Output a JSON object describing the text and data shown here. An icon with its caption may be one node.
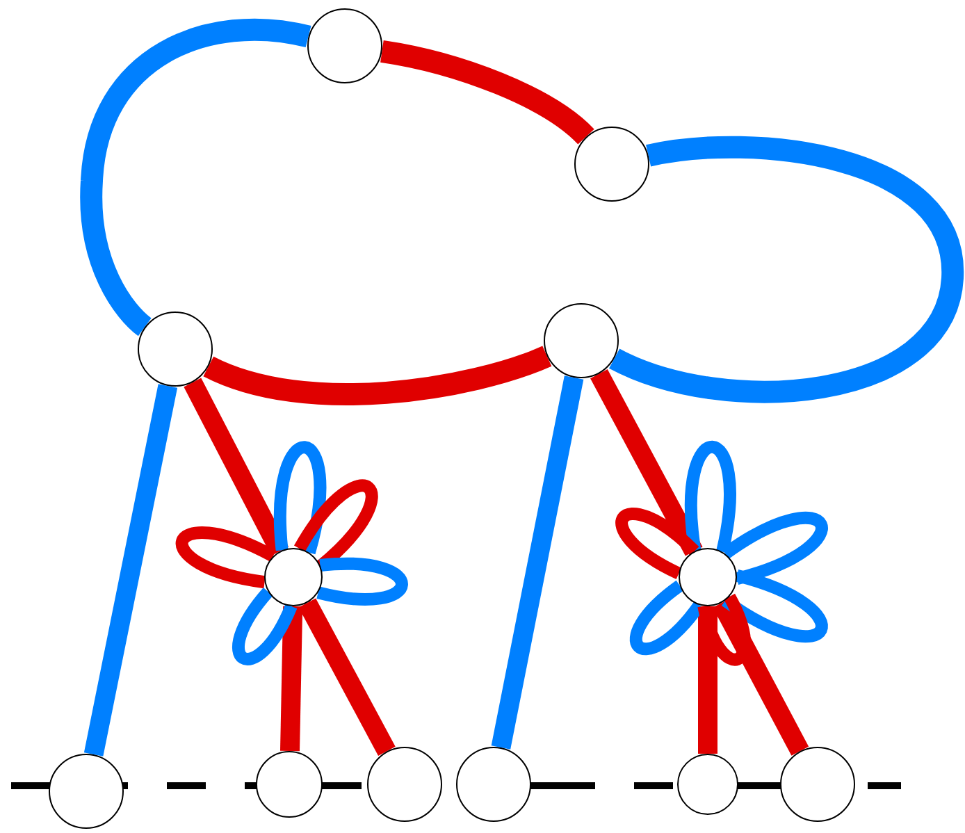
{
  "diagram": {
    "nodes": [
      {
        "text": [],
        "shape": "circle"
      },
      {
        "text": [],
        "shape": "circle"
      },
      {
        "text": [],
        "shape": "circle"
      },
      {
        "text": [],
        "shape": "circle"
      },
      {
        "text": [],
        "shape": "circle"
      },
      {
        "text": [],
        "shape": "circle"
      },
      {
        "text": [],
        "shape": "circle"
      },
      {
        "text": [],
        "shape": "circle"
      },
      {
        "text": [],
        "shape": "circle"
      },
      {
        "text": [],
        "shape": "circle"
      },
      {
        "text": [],
        "shape": "circle"
      },
      {
        "text": [],
        "shape": "circle"
      }
    ],
    "edges": [
      {
        "from": 0,
        "to": 1,
        "arrow": "none"
      },
      {
        "from": 1,
        "to": 3,
        "arrow": "none",
        "color": "#0080ff"
      },
      {
        "from": 0,
        "to": 2,
        "arrow": "none",
        "color": "#0080ff"
      },
      {
        "from": 2,
        "to": 3,
        "arrow": "none"
      },
      {
        "from": 2,
        "to": 6,
        "arrow": "none",
        "color": "#0080ff"
      },
      {
        "from": 2,
        "to": 4,
        "arrow": "none"
      },
      {
        "from": 4,
        "to": 8,
        "arrow": "none"
      },
      {
        "from": 4,
        "to": 7,
        "arrow": "none"
      },
      {
        "from": 4,
        "to": 4,
        "arrow": "none",
        "color": "#0080ff"
      },
      {
        "from": 4,
        "to": 4,
        "arrow": "none"
      },
      {
        "from": 4,
        "to": 4,
        "arrow": "none"
      },
      {
        "from": 4,
        "to": 4,
        "arrow": "none",
        "color": "#0080ff"
      },
      {
        "from": 4,
        "to": 4,
        "arrow": "none",
        "color": "#0080ff"
      },
      {
        "from": 3,
        "to": 9,
        "arrow": "none",
        "color": "#0080ff"
      },
      {
        "from": 3,
        "to": 5,
        "arrow": "none"
      },
      {
        "from": 5,
        "to": 11,
        "arrow": "none"
      },
      {
        "from": 5,
        "to": 10,
        "arrow": "none"
      },
      {
        "from": 5,
        "to": 5,
        "arrow": "none",
        "color": "#0080ff"
      },
      {
        "from": 5,
        "to": 5,
        "arrow": "none"
      },
      {
        "from": 5,
        "to": 5,
        "arrow": "none",
        "color": "#0080ff"
      },
      {
        "from": 5,
        "to": 5,
        "arrow": "none",
        "color": "#0080ff"
      },
      {
        "from": 5,
        "to": 5,
        "arrow": "none",
        "color": "#0080ff"
      },
      {
        "from": 5,
        "to": 5,
        "arrow": "none"
      }
    ]
  }
}
